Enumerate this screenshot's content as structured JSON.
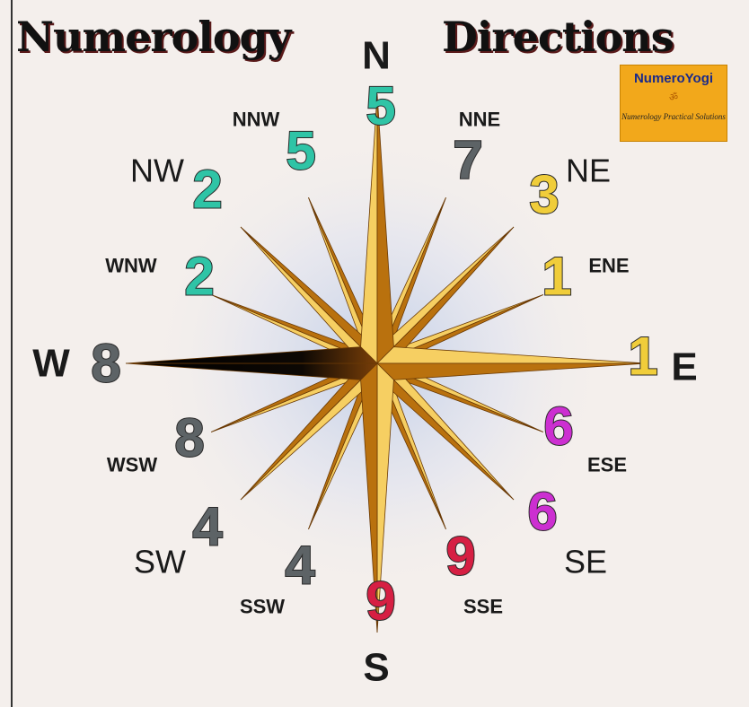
{
  "title_left": "Numerology",
  "title_right": "Directions",
  "logo": {
    "name": "NumeroYogi",
    "symbol": "ॐ",
    "tagline": "Numerology Practical Solutions"
  },
  "directions": [
    {
      "label": "N",
      "number": "5",
      "color": "#2fc4a6"
    },
    {
      "label": "NNE",
      "number": "7",
      "color": "#5d6366"
    },
    {
      "label": "NE",
      "number": "3",
      "color": "#f0cd3a"
    },
    {
      "label": "ENE",
      "number": "1",
      "color": "#f0cd3a"
    },
    {
      "label": "E",
      "number": "1",
      "color": "#f0cd3a"
    },
    {
      "label": "ESE",
      "number": "6",
      "color": "#cc2fd1"
    },
    {
      "label": "SE",
      "number": "6",
      "color": "#cc2fd1"
    },
    {
      "label": "SSE",
      "number": "9",
      "color": "#d61f43"
    },
    {
      "label": "S",
      "number": "9",
      "color": "#d61f43"
    },
    {
      "label": "SSW",
      "number": "4",
      "color": "#5d6366"
    },
    {
      "label": "SW",
      "number": "4",
      "color": "#5d6366"
    },
    {
      "label": "WSW",
      "number": "8",
      "color": "#5d6366"
    },
    {
      "label": "W",
      "number": "8",
      "color": "#5d6366"
    },
    {
      "label": "WNW",
      "number": "2",
      "color": "#2fc4a6"
    },
    {
      "label": "NW",
      "number": "2",
      "color": "#2fc4a6"
    },
    {
      "label": "NNW",
      "number": "5",
      "color": "#2fc4a6"
    }
  ]
}
